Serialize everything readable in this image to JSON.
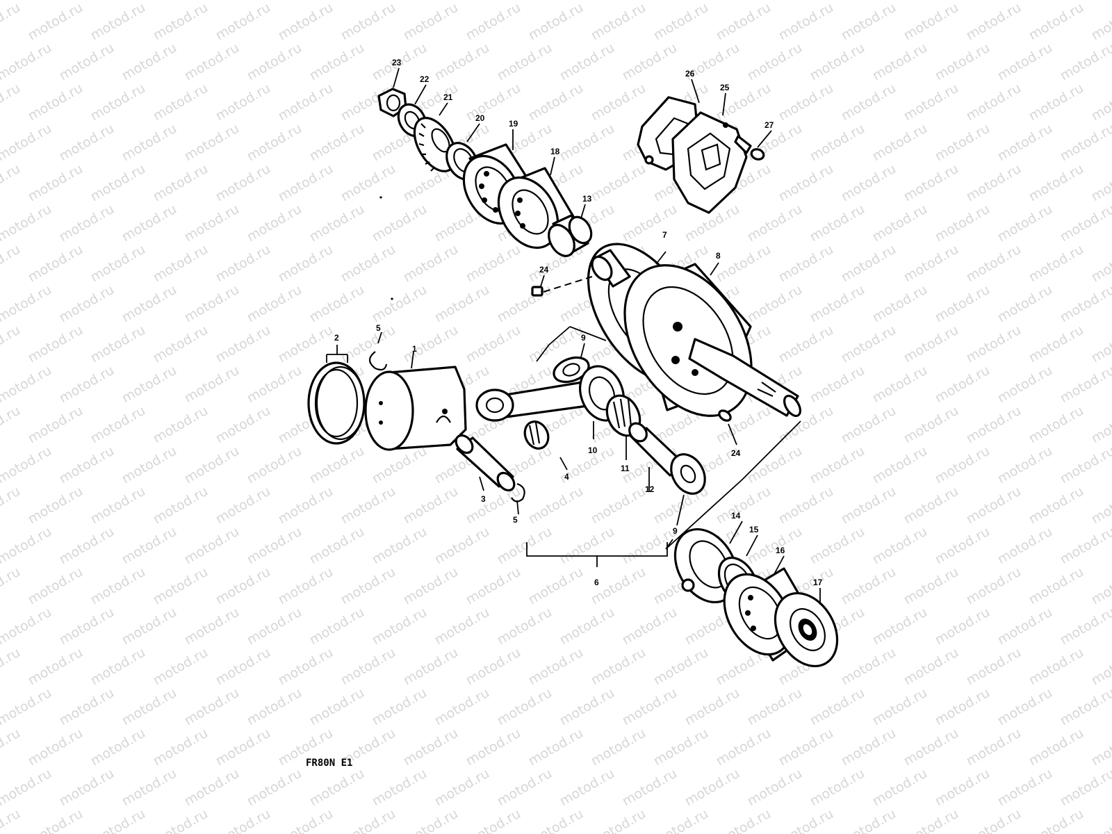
{
  "watermark_text": "motod.ru",
  "diagram_code": "FR80N E1",
  "callouts": {
    "c1": "1",
    "c2": "2",
    "c3": "3",
    "c4": "4",
    "c5": "5",
    "c6": "6",
    "c7": "7",
    "c8": "8",
    "c9": "9",
    "c10": "10",
    "c11": "11",
    "c12": "12",
    "c13": "13",
    "c14": "14",
    "c15": "15",
    "c16": "16",
    "c17": "17",
    "c18": "18",
    "c19": "19",
    "c20": "20",
    "c21": "21",
    "c22": "22",
    "c23": "23",
    "c24": "24",
    "c25": "25",
    "c26": "26",
    "c27": "27"
  },
  "colors": {
    "ink": "#000000",
    "paper": "#ffffff",
    "watermark": "#c9c9c9"
  }
}
